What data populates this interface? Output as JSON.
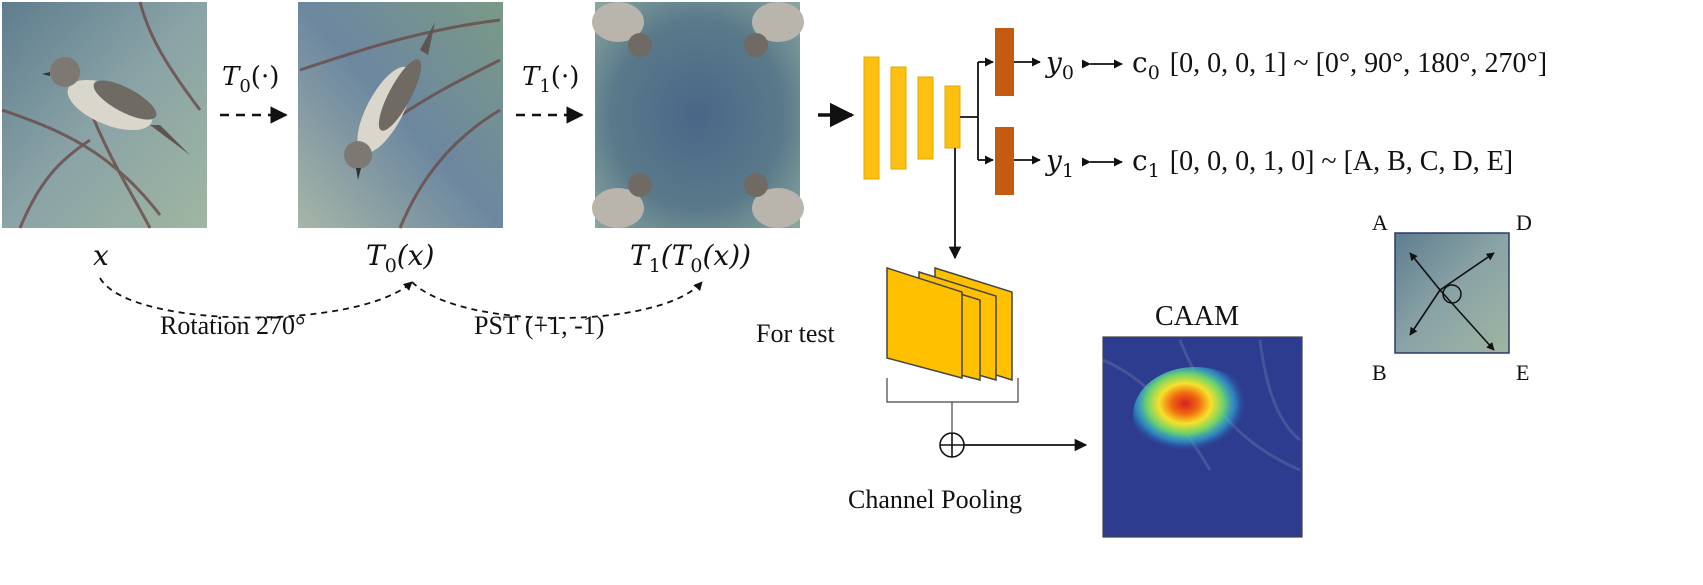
{
  "images": {
    "x_label": "x",
    "t0x_label": "T",
    "t0x_sub": "0",
    "t0x_rest": "(x)",
    "t1t0x_T1": "T",
    "t1t0x_sub1": "1",
    "t1t0x_open": "(",
    "t1t0x_T0": "T",
    "t1t0x_sub0": "0",
    "t1t0x_close": "(x))"
  },
  "transforms": {
    "t0_T": "T",
    "t0_sub": "0",
    "t0_arg": "(·)",
    "t1_T": "T",
    "t1_sub": "1",
    "t1_arg": "(·)",
    "rotation_label": "Rotation 270°",
    "pst_label": "PST (+1, -1)"
  },
  "heads": {
    "y0_var": "y",
    "y0_sub": "0",
    "c0_var": "c",
    "c0_sub": "0",
    "c0_text": "[0, 0, 0, 1] ~ [0°, 90°, 180°, 270°]",
    "y1_var": "y",
    "y1_sub": "1",
    "c1_var": "c",
    "c1_sub": "1",
    "c1_text": "[0, 0, 0, 1, 0] ~ [A, B, C, D, E]"
  },
  "test": {
    "for_test_label": "For test",
    "pooling_label": "Channel Pooling",
    "caam_title": "CAAM"
  },
  "corners": {
    "a": "A",
    "b": "B",
    "d": "D",
    "e": "E"
  },
  "colors": {
    "encoder": "#FDC010",
    "encoder_stroke": "#E0A800",
    "head": "#C55A11",
    "feature": "#FFC000",
    "bg_blue": "#6F8AA6"
  }
}
